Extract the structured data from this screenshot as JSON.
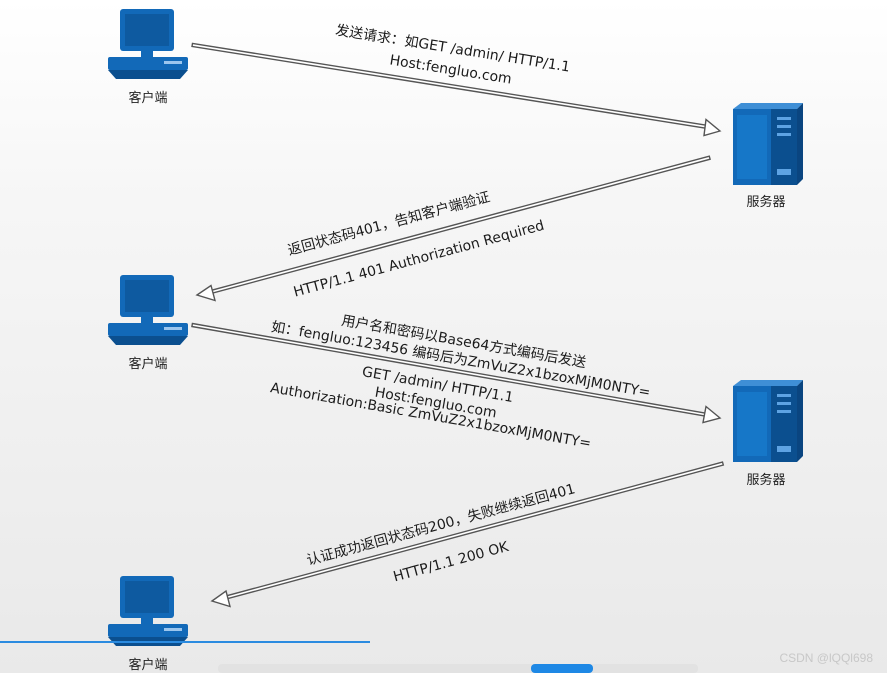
{
  "nodes": {
    "client_1": "客户端",
    "server_1": "服务器",
    "client_2": "客户端",
    "server_2": "服务器",
    "client_3": "客户端"
  },
  "messages": {
    "step1": {
      "line1": "发送请求：如GET /admin/ HTTP/1.1",
      "line2": "Host:fengluo.com"
    },
    "step2": {
      "line1": "返回状态码401，告知客户端验证",
      "line2": "HTTP/1.1 401 Authorization Required"
    },
    "step3": {
      "line1": "用户名和密码以Base64方式编码后发送",
      "line2": "如：fengluo:123456   编码后为ZmVuZ2x1bzoxMjM0NTY=",
      "line3": "GET /admin/ HTTP/1.1",
      "line4": "Host:fengluo.com",
      "line5": "Authorization:Basic ZmVuZ2x1bzoxMjM0NTY="
    },
    "step4": {
      "line1": "认证成功返回状态码200，失败继续返回401",
      "line2": "HTTP/1.1 200 OK"
    }
  },
  "watermark": "CSDN @lQQl698",
  "colors": {
    "icon_fill": "#1269b8",
    "icon_dark": "#0b4f8f",
    "arrow_outline": "#555555"
  }
}
